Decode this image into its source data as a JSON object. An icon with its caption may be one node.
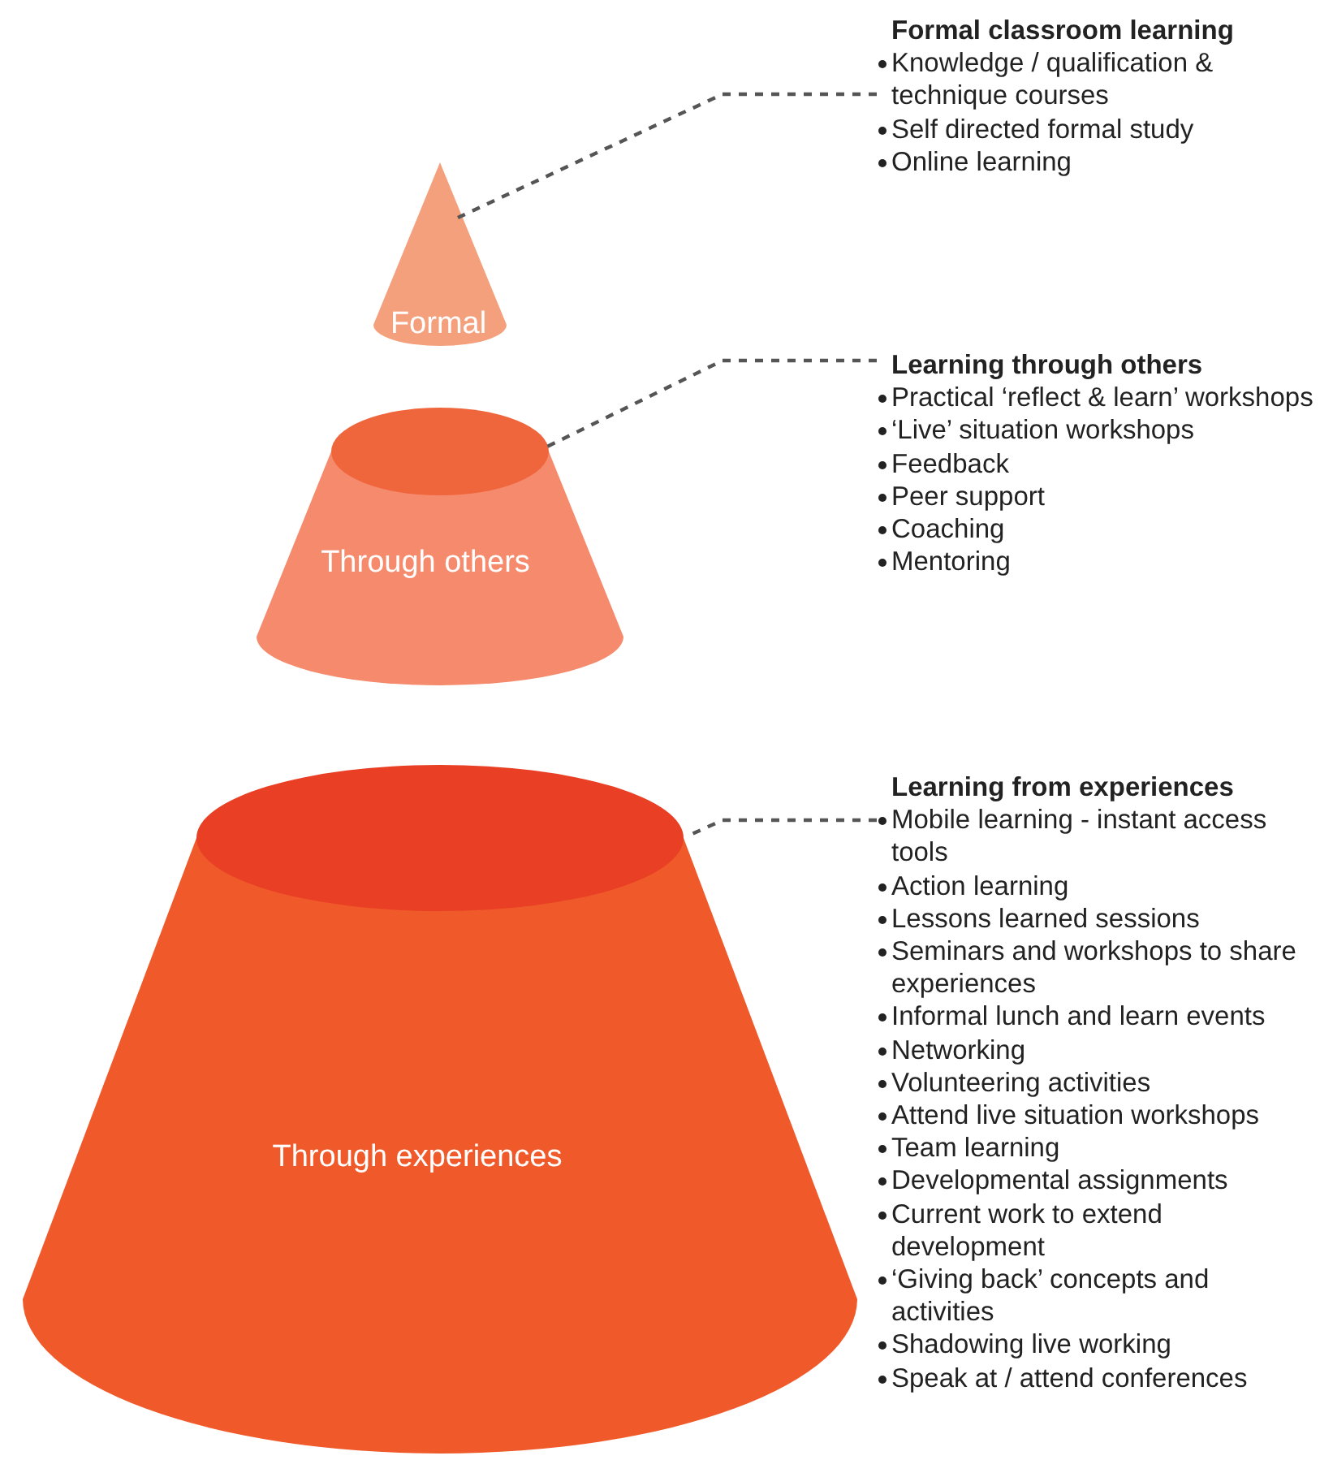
{
  "diagram": {
    "nodes": [
      {
        "text": [
          "Formal classroom learning",
          "Knowledge / qualification & technique courses",
          "Self directed formal study",
          "Online learning"
        ]
      },
      {
        "text": [
          "Formal"
        ]
      },
      {
        "text": [
          "Learning through others",
          "Practical ‘reflect & learn’ workshops",
          "‘Live’ situation workshops",
          "Feedback",
          "Peer support",
          "Coaching",
          "Mentoring"
        ]
      },
      {
        "text": [
          "Through others"
        ]
      },
      {
        "text": [
          "Learning from experiences",
          "Mobile learning - instant access tools",
          "Action learning",
          "Lessons learned sessions",
          "Seminars and workshops to share experiences",
          "Informal lunch and learn events",
          "Networking",
          "Volunteering activities",
          "Attend live situation workshops",
          "Team learning",
          "Developmental assignments",
          "Current work to extend development",
          "‘Giving back’ concepts and activities",
          "Shadowing live working",
          "Speak at / attend conferences"
        ]
      },
      {
        "text": [
          "Through experiences"
        ]
      }
    ],
    "edges": [
      {
        "from": 0,
        "to": 1,
        "arrow": "none",
        "style": "dashed"
      },
      {
        "from": 2,
        "to": 3,
        "arrow": "none",
        "style": "dashed"
      },
      {
        "from": 4,
        "to": 5,
        "arrow": "none",
        "style": "dashed"
      }
    ]
  }
}
